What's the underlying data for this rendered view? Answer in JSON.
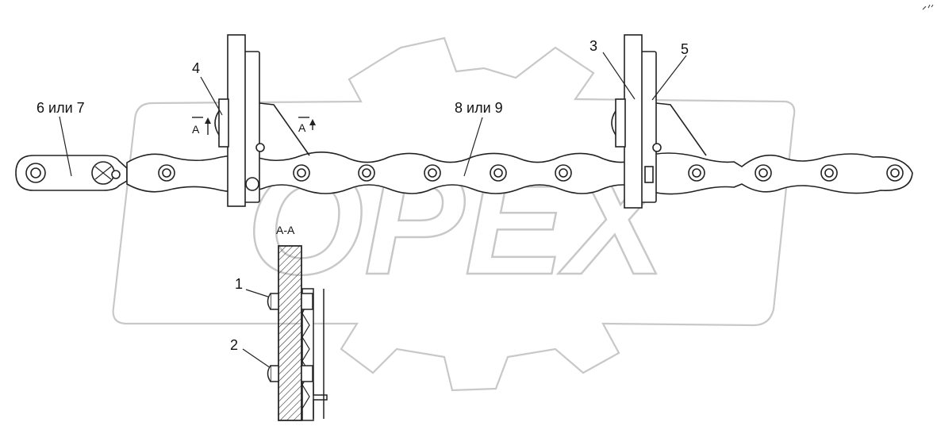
{
  "diagram": {
    "watermark": "OPEX",
    "section_title": "А-А",
    "section_marker_left": "А",
    "section_marker_right": "А",
    "callouts": {
      "c1": "1",
      "c2": "2",
      "c3": "3",
      "c4": "4",
      "c5": "5",
      "c6": "6 или 7",
      "c8": "8 или 9"
    }
  }
}
